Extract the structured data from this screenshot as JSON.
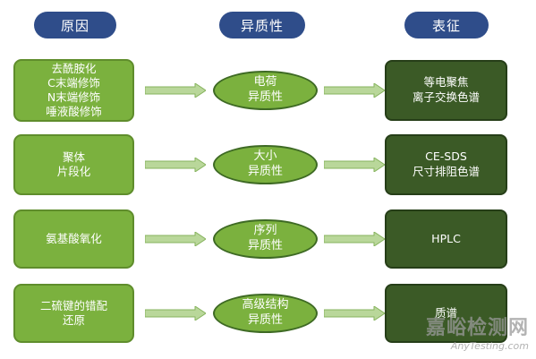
{
  "headers": {
    "cause": "原因",
    "heterogeneity": "异质性",
    "characterization": "表征"
  },
  "rows": [
    {
      "cause": "去酰胺化\nC末端修饰\nN末端修饰\n唾液酸修饰",
      "heterogeneity": "电荷\n异质性",
      "characterization": "等电聚焦\n离子交换色谱"
    },
    {
      "cause": "聚体\n片段化",
      "heterogeneity": "大小\n异质性",
      "characterization": "CE-SDS\n尺寸排阻色谱"
    },
    {
      "cause": "氨基酸氧化",
      "heterogeneity": "序列\n异质性",
      "characterization": "HPLC"
    },
    {
      "cause": "二硫键的错配\n还原",
      "heterogeneity": "高级结构\n异质性",
      "characterization": "质谱"
    }
  ],
  "watermark": {
    "main": "嘉峪检测网",
    "sub": "AnyTesting.com"
  },
  "colors": {
    "header": "#2f4d8a",
    "cause": "#7bb13e",
    "heterogeneity": "#7bb13e",
    "characterization": "#3b5a26",
    "arrow": "#b9d79a"
  }
}
